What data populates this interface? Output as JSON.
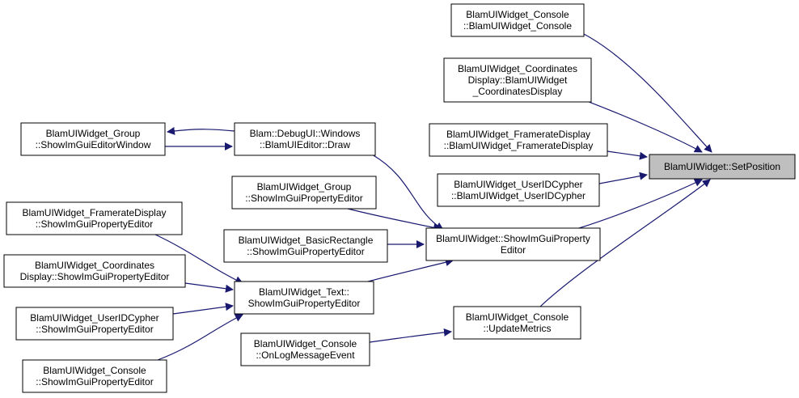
{
  "colors": {
    "edge": "#191970",
    "node_border": "#000000",
    "node_fill": "#ffffff",
    "focus_fill": "#bfbfbf"
  },
  "nodes": {
    "set_position": {
      "lines": [
        "BlamUIWidget::SetPosition"
      ]
    },
    "console_ctor": {
      "lines": [
        "BlamUIWidget_Console",
        "::BlamUIWidget_Console"
      ]
    },
    "coords_ctor": {
      "lines": [
        "BlamUIWidget_Coordinates",
        "Display::BlamUIWidget",
        "_CoordinatesDisplay"
      ]
    },
    "framerate_ctor": {
      "lines": [
        "BlamUIWidget_FramerateDisplay",
        "::BlamUIWidget_FramerateDisplay"
      ]
    },
    "uid_ctor": {
      "lines": [
        "BlamUIWidget_UserIDCypher",
        "::BlamUIWidget_UserIDCypher"
      ]
    },
    "prop_editor": {
      "lines": [
        "BlamUIWidget::ShowImGuiProperty",
        "Editor"
      ]
    },
    "console_update": {
      "lines": [
        "BlamUIWidget_Console",
        "::UpdateMetrics"
      ]
    },
    "debug_draw": {
      "lines": [
        "Blam::DebugUI::Windows",
        "::BlamUIEditor::Draw"
      ]
    },
    "group_prop": {
      "lines": [
        "BlamUIWidget_Group",
        "::ShowImGuiPropertyEditor"
      ]
    },
    "rect_prop": {
      "lines": [
        "BlamUIWidget_BasicRectangle",
        "::ShowImGuiPropertyEditor"
      ]
    },
    "text_prop": {
      "lines": [
        "BlamUIWidget_Text::",
        "ShowImGuiPropertyEditor"
      ]
    },
    "console_log": {
      "lines": [
        "BlamUIWidget_Console",
        "::OnLogMessageEvent"
      ]
    },
    "group_window": {
      "lines": [
        "BlamUIWidget_Group",
        "::ShowImGuiEditorWindow"
      ]
    },
    "fr_prop": {
      "lines": [
        "BlamUIWidget_FramerateDisplay",
        "::ShowImGuiPropertyEditor"
      ]
    },
    "coords_prop": {
      "lines": [
        "BlamUIWidget_Coordinates",
        "Display::ShowImGuiPropertyEditor"
      ]
    },
    "uid_prop": {
      "lines": [
        "BlamUIWidget_UserIDCypher",
        "::ShowImGuiPropertyEditor"
      ]
    },
    "console_prop": {
      "lines": [
        "BlamUIWidget_Console",
        "::ShowImGuiPropertyEditor"
      ]
    }
  }
}
